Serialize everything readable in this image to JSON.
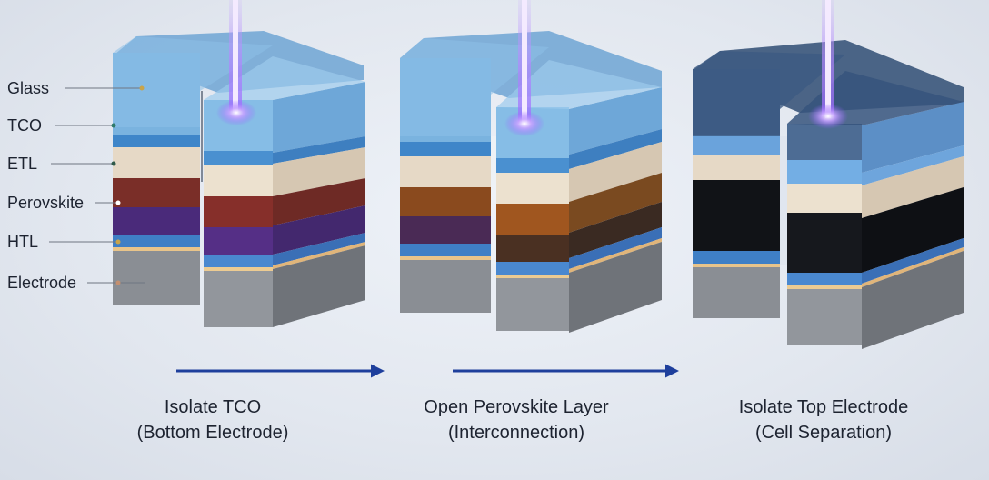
{
  "layers": [
    {
      "key": "glass",
      "label": "Glass",
      "color": "#7fb6e0"
    },
    {
      "key": "tco",
      "label": "TCO",
      "color": "#3f86c9"
    },
    {
      "key": "etl",
      "label": "ETL",
      "color": "#e6d9c6"
    },
    {
      "key": "perovskite",
      "label": "Perovskite",
      "color": "#7a2e28"
    },
    {
      "key": "htl",
      "label": "HTL",
      "color": "#4a2a7a"
    },
    {
      "key": "electrode",
      "label": "Electrode",
      "color": "#8a8e94"
    }
  ],
  "steps": [
    {
      "line1": "Isolate TCO",
      "line2": "(Bottom Electrode)"
    },
    {
      "line1": "Open Perovskite Layer",
      "line2": "(Interconnection)"
    },
    {
      "line1": "Isolate Top Electrode",
      "line2": "(Cell Separation)"
    }
  ],
  "colors": {
    "arrow": "#1e3f9c",
    "laser": "#b489ff",
    "laser_core": "#f4eaff"
  }
}
